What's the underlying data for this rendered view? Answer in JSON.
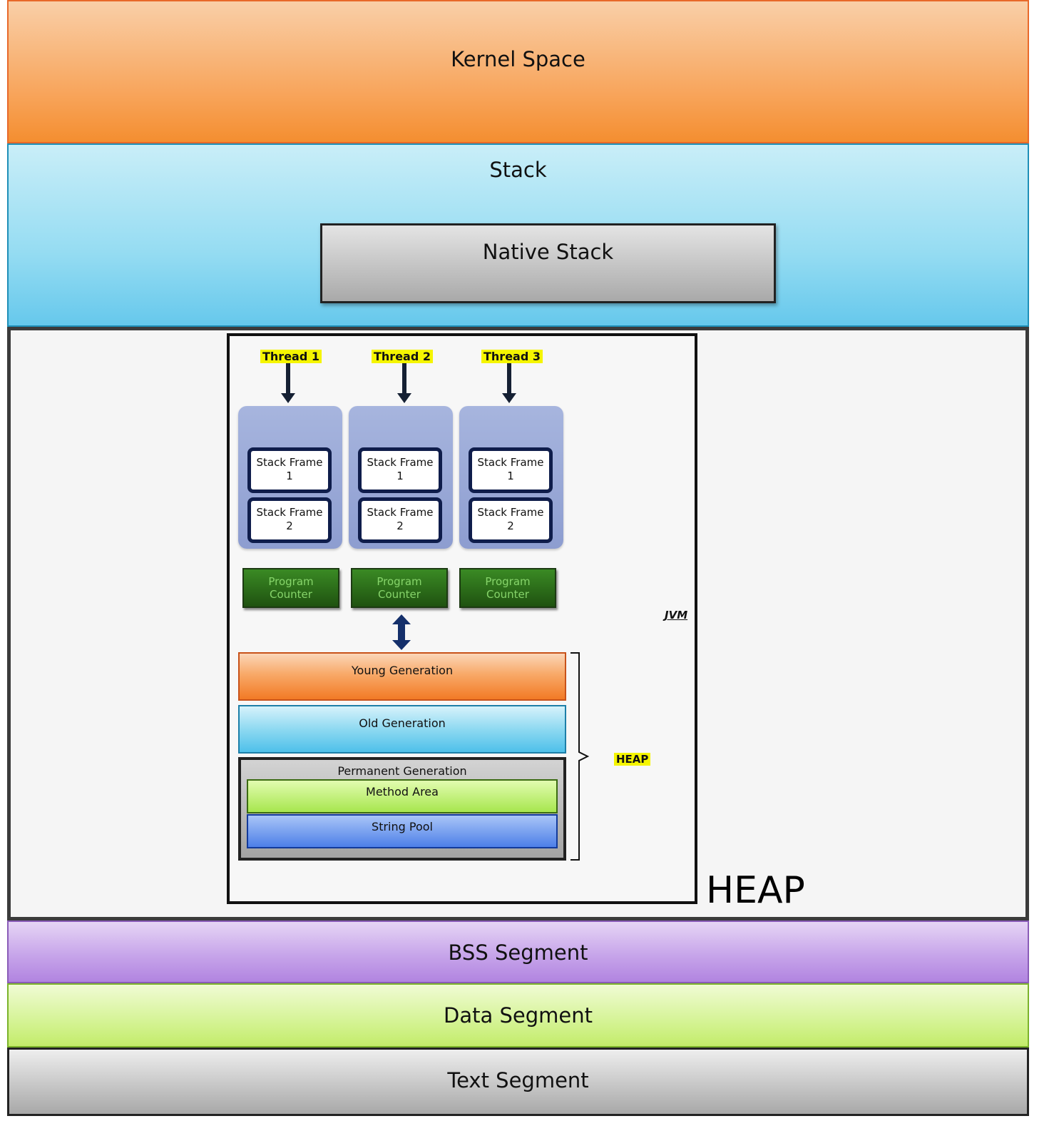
{
  "segments": {
    "kernel_space": "Kernel Space",
    "stack": "Stack",
    "native_stack": "Native Stack",
    "heap": "HEAP",
    "bss": "BSS Segment",
    "data": "Data Segment",
    "text": "Text Segment"
  },
  "jvm": {
    "label": "JVM",
    "threads": [
      {
        "label": "Thread 1",
        "frames": [
          "Stack Frame\n1",
          "Stack Frame\n2"
        ],
        "program_counter": "Program\nCounter"
      },
      {
        "label": "Thread 2",
        "frames": [
          "Stack Frame\n1",
          "Stack Frame\n2"
        ],
        "program_counter": "Program\nCounter"
      },
      {
        "label": "Thread 3",
        "frames": [
          "Stack Frame\n1",
          "Stack Frame\n2"
        ],
        "program_counter": "Program\nCounter"
      }
    ],
    "heap": {
      "label": "HEAP",
      "young_generation": "Young Generation",
      "old_generation": "Old Generation",
      "permanent_generation": {
        "label": "Permanent Generation",
        "method_area": "Method Area",
        "string_pool": "String Pool"
      }
    }
  },
  "colors": {
    "kernel_space": "#f8a55c",
    "stack": "#95dcf2",
    "native_stack": "#bdbdbd",
    "thread_label_highlight": "#f5f500",
    "program_counter": "#2d6e1a",
    "young_generation": "#f8a968",
    "old_generation": "#8ed9f1",
    "method_area": "#a7e64e",
    "string_pool": "#4d7fe8",
    "bss": "#c7a5ea",
    "data": "#d7f49a",
    "text": "#c7c7c7"
  }
}
